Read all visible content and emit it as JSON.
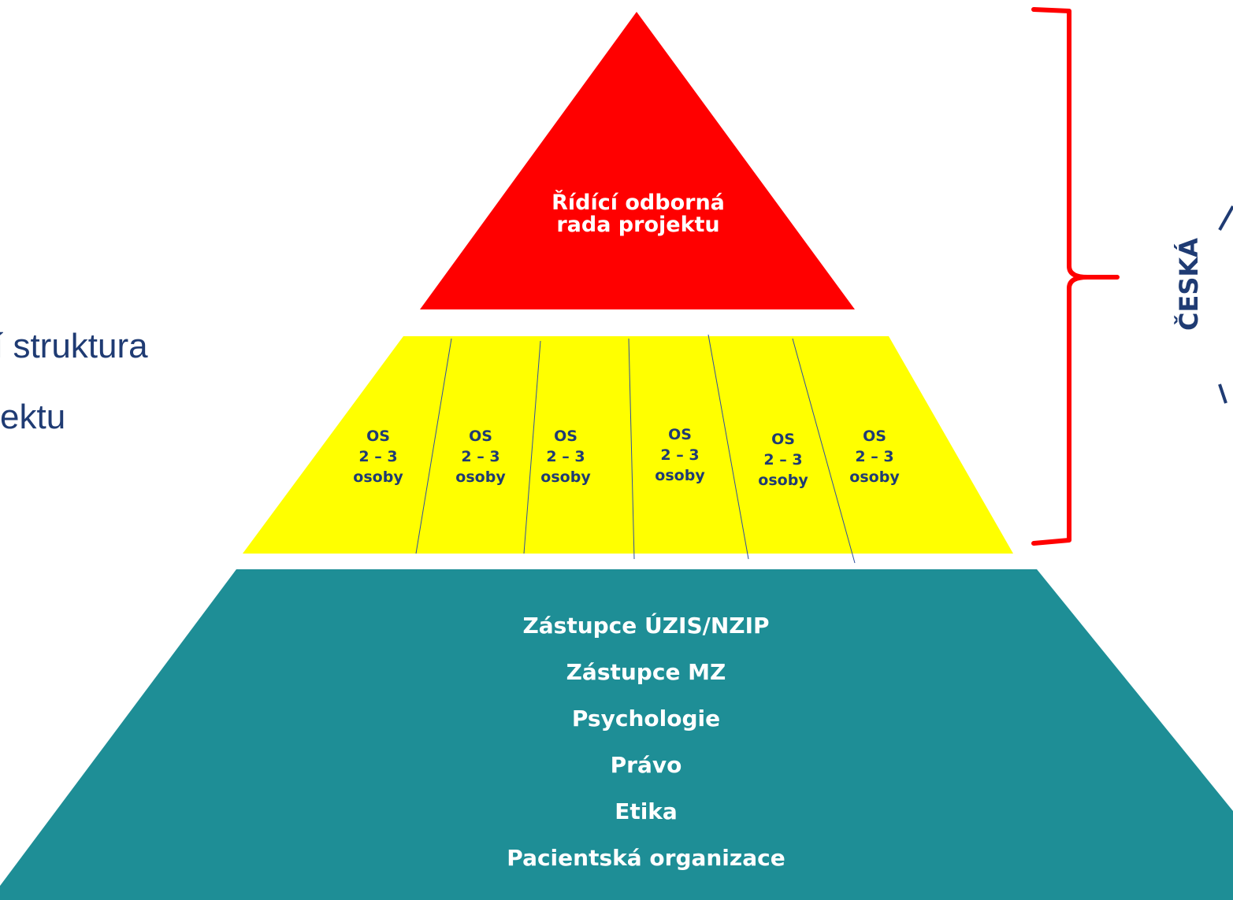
{
  "side_title": {
    "line1": "í struktura",
    "line2": "ektu"
  },
  "pyramid": {
    "top_tier": {
      "line1": "Řídící odborná",
      "line2": "rada projektu",
      "color": "#ff0000"
    },
    "middle_tier": {
      "color": "#ffff00",
      "divider_color": "#2f4f9f",
      "cells": [
        {
          "title": "OS",
          "count": "2 – 3",
          "unit": "osoby"
        },
        {
          "title": "OS",
          "count": "2 – 3",
          "unit": "osoby"
        },
        {
          "title": "OS",
          "count": "2 – 3",
          "unit": "osoby"
        },
        {
          "title": "OS",
          "count": "2 – 3",
          "unit": "osoby"
        },
        {
          "title": "OS",
          "count": "2 – 3",
          "unit": "osoby"
        },
        {
          "title": "OS",
          "count": "2 – 3",
          "unit": "osoby"
        }
      ]
    },
    "base_tier": {
      "color": "#1e8e96",
      "items": [
        "Zástupce ÚZIS/NZIP",
        "Zástupce MZ",
        "Psychologie",
        "Právo",
        "Etika",
        "Pacientská organizace"
      ]
    }
  },
  "bracket": {
    "color": "#ff0000"
  },
  "logo": {
    "text": "ČESKÁ",
    "color": "#1f3b73"
  }
}
